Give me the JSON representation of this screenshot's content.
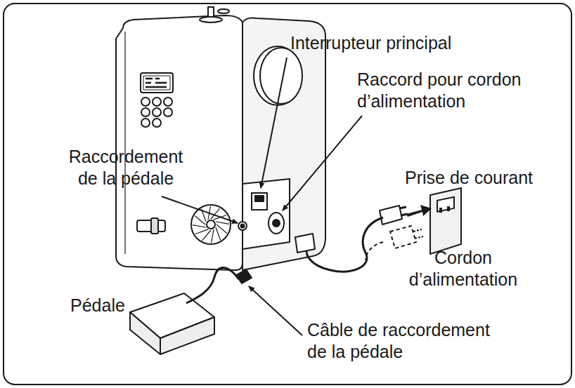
{
  "diagram": {
    "labels": [
      "Interrupteur principal",
      "Raccord pour cordon d’alimentation",
      "Raccordement de la pédale",
      "Prise de courant",
      "Cordon d’alimentation",
      "Pédale",
      "Câble de raccordement de la pédale"
    ]
  }
}
